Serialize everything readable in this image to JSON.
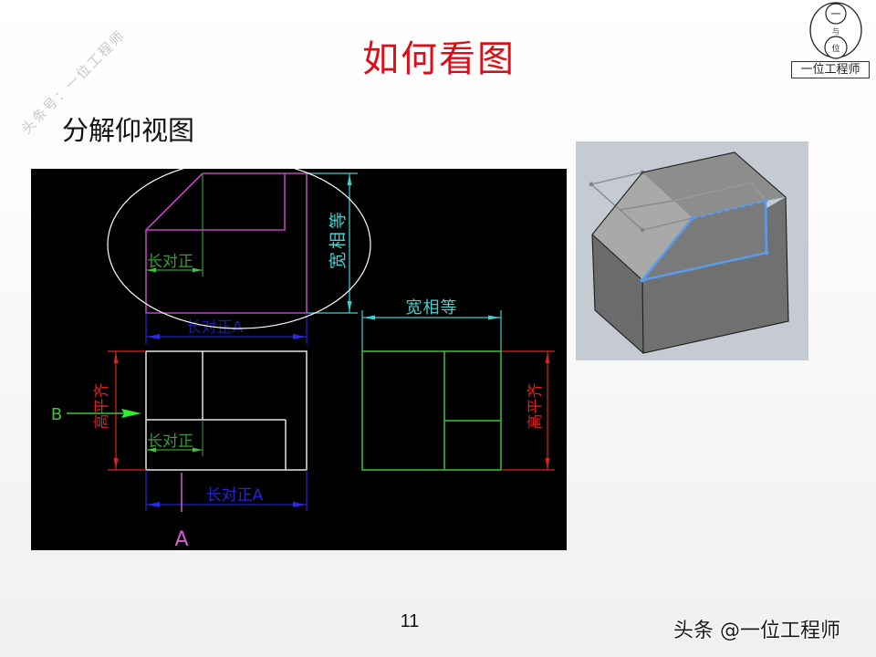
{
  "watermark": "头条号：一位工程师",
  "logo": {
    "top_char": "一",
    "middle_char": "与",
    "bottom_char": "位",
    "label": "一位工程师"
  },
  "slide": {
    "title": "如何看图",
    "subtitle": "分解仰视图",
    "page_number": "11"
  },
  "drawing": {
    "top_view": {
      "width_dim": "宽相等",
      "inner_length_dim": "长对正",
      "length_dim": "长对正A"
    },
    "front_view": {
      "height_dim": "高平齐",
      "inner_length_dim": "长对正",
      "length_dim": "长对正A",
      "view_arrow_label": "B",
      "section_label": "A"
    },
    "side_view": {
      "width_dim": "宽相等",
      "height_dim": "高平齐"
    },
    "colors": {
      "background": "#000000",
      "top_view": "#c040c0",
      "front_view": "#e6e6e6",
      "side_view": "#3cc43c",
      "width_dim": "#40d0d0",
      "height_dim": "#e02020",
      "length_dim": "#2020d0",
      "inner_dim": "#3a9a3a",
      "highlight_ellipse": "#ffffff"
    }
  },
  "model_3d": {
    "background": "#c5cad3",
    "highlight_color": "#5b9bea"
  },
  "footer": {
    "credit": "头条 @一位工程师"
  }
}
